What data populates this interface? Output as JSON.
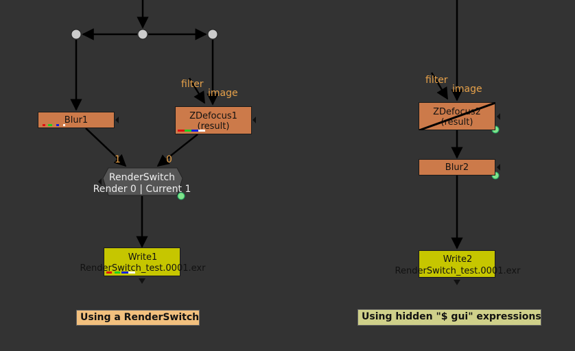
{
  "left_graph": {
    "blur_node": {
      "name": "Blur1"
    },
    "zdefocus_node": {
      "name": "ZDefocus1",
      "sub": "(result)"
    },
    "input_labels": {
      "filter": "filter",
      "image": "image"
    },
    "switch_ports": {
      "one": "1",
      "zero": "0"
    },
    "render_switch": {
      "name": "RenderSwitch",
      "status": "Render 0 | Current 1"
    },
    "write_node": {
      "name": "Write1",
      "file": "RenderSwitch_test.0001.exr"
    },
    "sticky_note": {
      "text": "Using a RenderSwitch",
      "color": "#f2c07e"
    }
  },
  "right_graph": {
    "zdefocus_node": {
      "name": "ZDefocus2",
      "sub": "(result)",
      "disabled": true
    },
    "input_labels": {
      "filter": "filter",
      "image": "image"
    },
    "blur_node": {
      "name": "Blur2"
    },
    "write_node": {
      "name": "Write2",
      "file": "RenderSwitch_test.0001.exr"
    },
    "sticky_note": {
      "text": "Using hidden \"$ gui\" expressions",
      "color": "#cfd08a"
    }
  },
  "colors": {
    "background": "#333333",
    "node_orange": "#cc7a4a",
    "write_yellow": "#c6c600",
    "switch_gray": "#555555",
    "label_orange": "#e8a24a"
  }
}
